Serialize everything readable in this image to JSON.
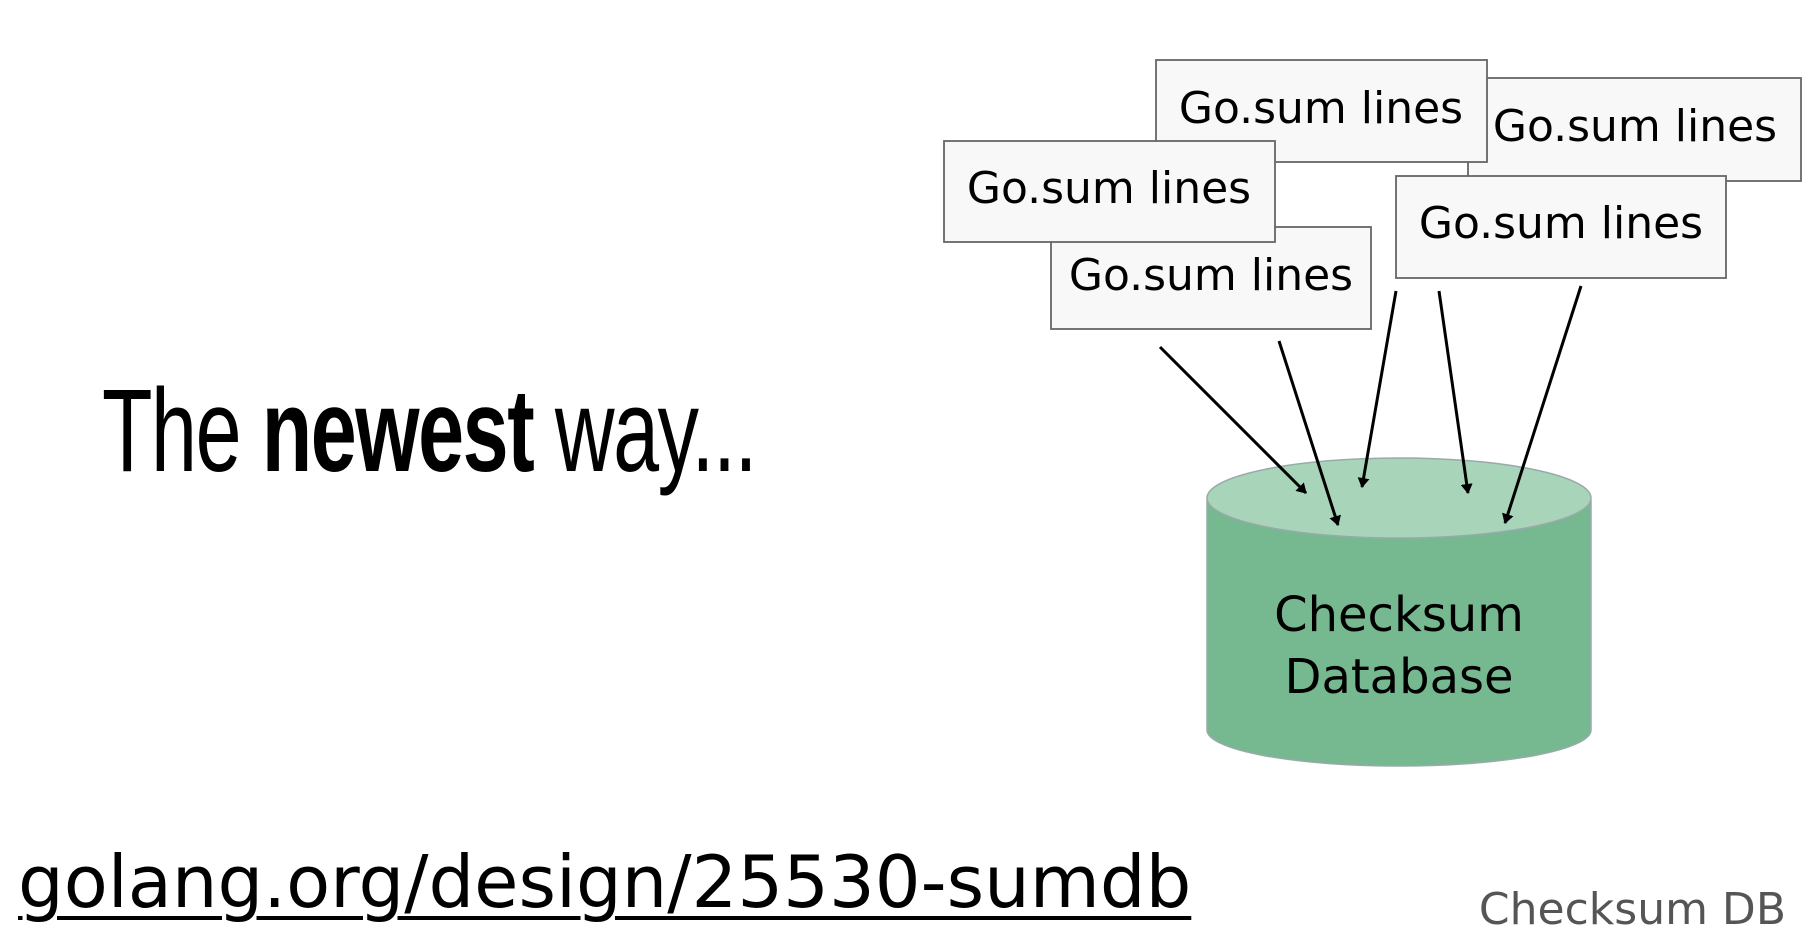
{
  "slide": {
    "title": {
      "part1": "The ",
      "part2": "newest",
      "part3": " way..."
    },
    "link_text": "golang.org/design/25530-sumdb",
    "footer": "Checksum DB"
  },
  "diagram": {
    "boxes": [
      {
        "label": "Go.sum lines"
      },
      {
        "label": "Go.sum lines"
      },
      {
        "label": "Go.sum lines"
      },
      {
        "label": "Go.sum lines"
      },
      {
        "label": "Go.sum lines"
      }
    ],
    "database": {
      "line1": "Checksum",
      "line2": "Database",
      "body_color": "#76b890",
      "top_color": "#a8d4ba"
    }
  }
}
